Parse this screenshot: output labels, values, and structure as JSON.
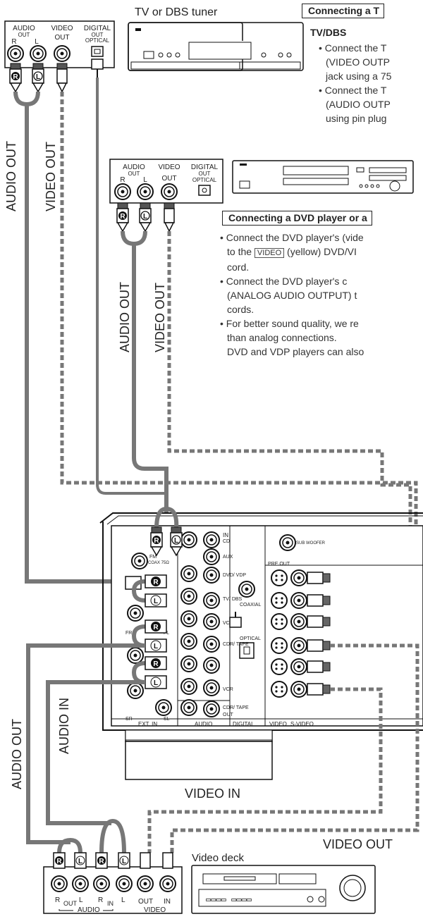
{
  "tv_tuner": {
    "title": "TV or DBS tuner",
    "panel": {
      "audio": "AUDIO",
      "out": "OUT",
      "video": "VIDEO",
      "vout": "OUT",
      "digital": "DIGITAL",
      "dout": "OUT",
      "optical": "OPTICAL",
      "r": "R",
      "l": "L"
    },
    "cable_audio": "AUDIO OUT",
    "cable_video": "VIDEO OUT"
  },
  "tv_section": {
    "header": "Connecting a T",
    "subhead": "TV/DBS",
    "bullets": [
      [
        "• Connect the T",
        "(VIDEO OUTP",
        "jack using a 75"
      ],
      [
        "• Connect the T",
        "(AUDIO OUTP",
        "using pin plug"
      ]
    ]
  },
  "dvd_player": {
    "panel": {
      "audio": "AUDIO",
      "out": "OUT",
      "video": "VIDEO",
      "vout": "OUT",
      "digital": "DIGITAL",
      "dout": "OUT",
      "optical": "OPTICAL",
      "r": "R",
      "l": "L"
    },
    "cable_audio": "AUDIO OUT",
    "cable_video": "VIDEO OUT"
  },
  "dvd_section": {
    "header": "Connecting a DVD player or a",
    "line1": "• Connect the DVD player's (vide",
    "line2a": "to the",
    "line2tag": "VIDEO",
    "line2b": "(yellow) DVD/VI",
    "line3": "cord.",
    "line4": "• Connect  the  DVD  player's  c",
    "line5": "(ANALOG  AUDIO  OUTPUT)  t",
    "line6": "cords.",
    "line7": "• For better sound quality, we re",
    "line8": "than analog connections.",
    "line9": "DVD and VDP players can also"
  },
  "receiver": {
    "jack_labels": {
      "cd": "CD",
      "aux": "AUX",
      "dvd_vdp": "DVD/ VDP",
      "tv_dbs": "TV/ DBS",
      "vcr": "VCR",
      "cdr_tape": "CDR/ TAPE",
      "vcr2": "VCR",
      "cdr_tape2": "CDR/ TAPE",
      "coaxial": "COAXIAL",
      "optical": "OPTICAL",
      "sub_woofer": "SUB WOOFER",
      "pre_out": "PRE OUT",
      "fm": "FM",
      "coax75": "COAX 75Ω",
      "fr": "FR",
      "fl": "FL",
      "sr": "SR",
      "sl": "SL",
      "in": "IN",
      "out": "OUT"
    },
    "bottom": {
      "ext_in": "EXT. IN",
      "audio": "AUDIO",
      "digital": "DIGITAL",
      "video": "VIDEO",
      "svideo": "S-VIDEO"
    }
  },
  "vcr_cables": {
    "audio_out": "AUDIO OUT",
    "audio_in": "AUDIO IN",
    "video_in": "VIDEO IN",
    "video_out": "VIDEO OUT"
  },
  "video_deck": {
    "title": "Video deck",
    "panel": {
      "r": "R",
      "out": "OUT",
      "l": "L",
      "r2": "R",
      "in": "IN",
      "l2": "L",
      "audio": "AUDIO",
      "vout": "OUT",
      "vin": "IN",
      "video": "VIDEO"
    }
  }
}
